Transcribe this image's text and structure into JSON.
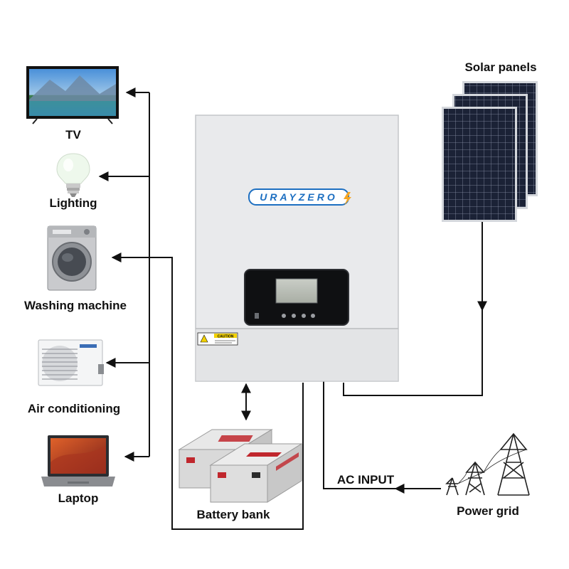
{
  "inverter": {
    "brand": "URAYZERO",
    "caution_label": "CAUTION"
  },
  "loads": [
    {
      "label": "TV",
      "icon": "tv-icon"
    },
    {
      "label": "Lighting",
      "icon": "light-bulb-icon"
    },
    {
      "label": "Washing machine",
      "icon": "washing-machine-icon"
    },
    {
      "label": "Air conditioning",
      "icon": "air-conditioner-icon"
    },
    {
      "label": "Laptop",
      "icon": "laptop-icon"
    }
  ],
  "sources": {
    "solar_label": "Solar panels",
    "grid_label": "Power grid",
    "battery_label": "Battery bank",
    "ac_input_label": "AC INPUT"
  },
  "colors": {
    "inverter_body": "#e9eaec",
    "brand_blue": "#1d6fc1",
    "panel_cell": "#1b2236",
    "battery_body": "#d9d9d9",
    "wire": "#111111"
  }
}
